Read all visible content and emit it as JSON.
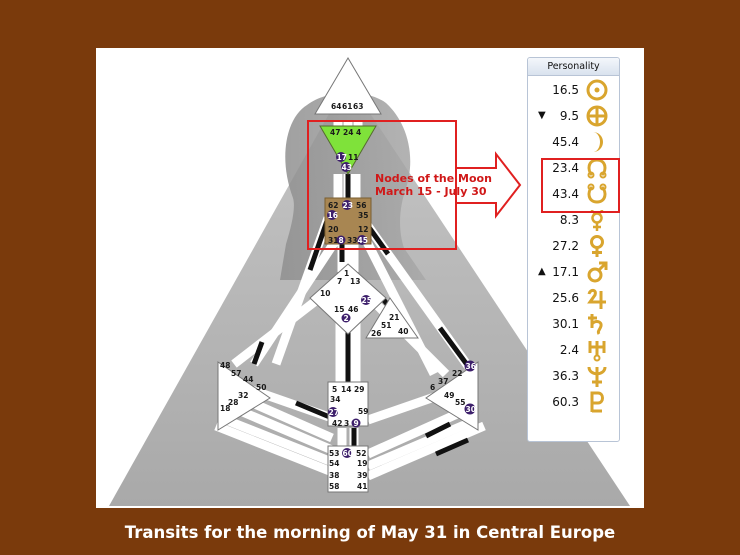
{
  "caption": "Transits for the morning of May 31 in Central Europe",
  "callout": {
    "line1": "Nodes of the Moon",
    "line2": "March 15 - July 30"
  },
  "panel": {
    "title": "Personality",
    "rows": [
      {
        "value": "16.5",
        "arrow": "",
        "planet": "Sun",
        "icon": "sun-icon"
      },
      {
        "value": "9.5",
        "arrow": "▼",
        "planet": "Earth",
        "icon": "earth-icon"
      },
      {
        "value": "45.4",
        "arrow": "",
        "planet": "Moon",
        "icon": "moon-icon"
      },
      {
        "value": "23.4",
        "arrow": "",
        "planet": "North Node",
        "icon": "north-node-icon"
      },
      {
        "value": "43.4",
        "arrow": "",
        "planet": "South Node",
        "icon": "south-node-icon"
      },
      {
        "value": "8.3",
        "arrow": "",
        "planet": "Mercury",
        "icon": "mercury-icon"
      },
      {
        "value": "27.2",
        "arrow": "",
        "planet": "Venus",
        "icon": "venus-icon"
      },
      {
        "value": "17.1",
        "arrow": "▲",
        "planet": "Mars",
        "icon": "mars-icon"
      },
      {
        "value": "25.6",
        "arrow": "",
        "planet": "Jupiter",
        "icon": "jupiter-icon"
      },
      {
        "value": "30.1",
        "arrow": "",
        "planet": "Saturn",
        "icon": "saturn-icon"
      },
      {
        "value": "2.4",
        "arrow": "",
        "planet": "Uranus",
        "icon": "uranus-icon"
      },
      {
        "value": "36.3",
        "arrow": "",
        "planet": "Neptune",
        "icon": "neptune-icon"
      },
      {
        "value": "60.3",
        "arrow": "",
        "planet": "Pluto",
        "icon": "pluto-icon"
      }
    ]
  },
  "centers": {
    "head": {
      "gates": [
        "64",
        "61",
        "63"
      ]
    },
    "ajna": {
      "gates": [
        "47",
        "24",
        "4",
        "17",
        "11",
        "43"
      ],
      "active": [
        "17",
        "43"
      ]
    },
    "throat": {
      "gates": [
        "62",
        "23",
        "56",
        "16",
        "35",
        "20",
        "12",
        "31",
        "8",
        "33",
        "45"
      ],
      "active": [
        "23",
        "16",
        "8",
        "45"
      ]
    },
    "g": {
      "gates": [
        "1",
        "7",
        "13",
        "10",
        "15",
        "46",
        "25",
        "2"
      ],
      "active": [
        "25",
        "2"
      ]
    },
    "ego": {
      "gates": [
        "21",
        "51",
        "26",
        "40"
      ]
    },
    "spleen": {
      "gates": [
        "48",
        "57",
        "44",
        "50",
        "32",
        "28",
        "18"
      ]
    },
    "solar_plexus": {
      "gates": [
        "36",
        "22",
        "37",
        "6",
        "49",
        "55",
        "30"
      ],
      "active": [
        "36",
        "30"
      ]
    },
    "sacral": {
      "gates": [
        "5",
        "14",
        "29",
        "34",
        "27",
        "59",
        "42",
        "3",
        "9"
      ],
      "active": [
        "27",
        "9"
      ]
    },
    "root": {
      "gates": [
        "53",
        "60",
        "52",
        "54",
        "19",
        "38",
        "39",
        "58",
        "41"
      ],
      "active": [
        "60"
      ]
    }
  },
  "colors": {
    "background": "#7a3a0c",
    "ajna": "#7fe23a",
    "throat": "#a88652",
    "active_gate": "#3d1f6b",
    "callout": "#d01818",
    "icon": "#d9a52e"
  }
}
